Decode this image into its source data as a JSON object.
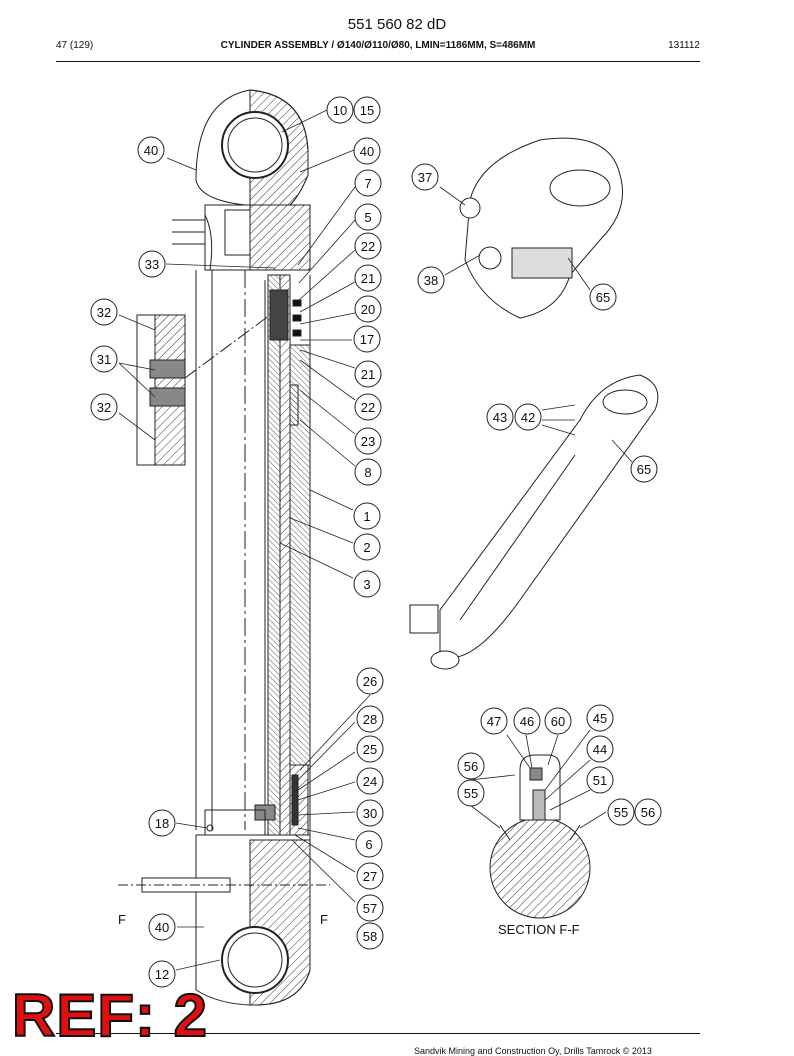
{
  "header": {
    "doc_number": "551 560 82 dD",
    "page_count": "47 (129)",
    "title": "CYLINDER ASSEMBLY / Ø140/Ø110/Ø80, LMIN=1186MM, S=486MM",
    "date_code": "131112"
  },
  "footer": {
    "copyright": "Sandvik Mining and Construction Oy, Drills Tamrock © 2013"
  },
  "stamp": {
    "text": "REF: 2",
    "color": "#e01010"
  },
  "drawing": {
    "section_label": "SECTION F-F",
    "section_marks": [
      "F",
      "F"
    ],
    "callouts": [
      "10",
      "15",
      "40",
      "40",
      "7",
      "5",
      "22",
      "21",
      "20",
      "17",
      "21",
      "22",
      "23",
      "8",
      "1",
      "2",
      "3",
      "33",
      "32",
      "31",
      "32",
      "26",
      "28",
      "25",
      "24",
      "30",
      "6",
      "27",
      "57",
      "58",
      "18",
      "40",
      "12",
      "37",
      "38",
      "65",
      "43",
      "42",
      "65",
      "47",
      "46",
      "60",
      "45",
      "44",
      "56",
      "55",
      "51",
      "55",
      "56"
    ]
  }
}
